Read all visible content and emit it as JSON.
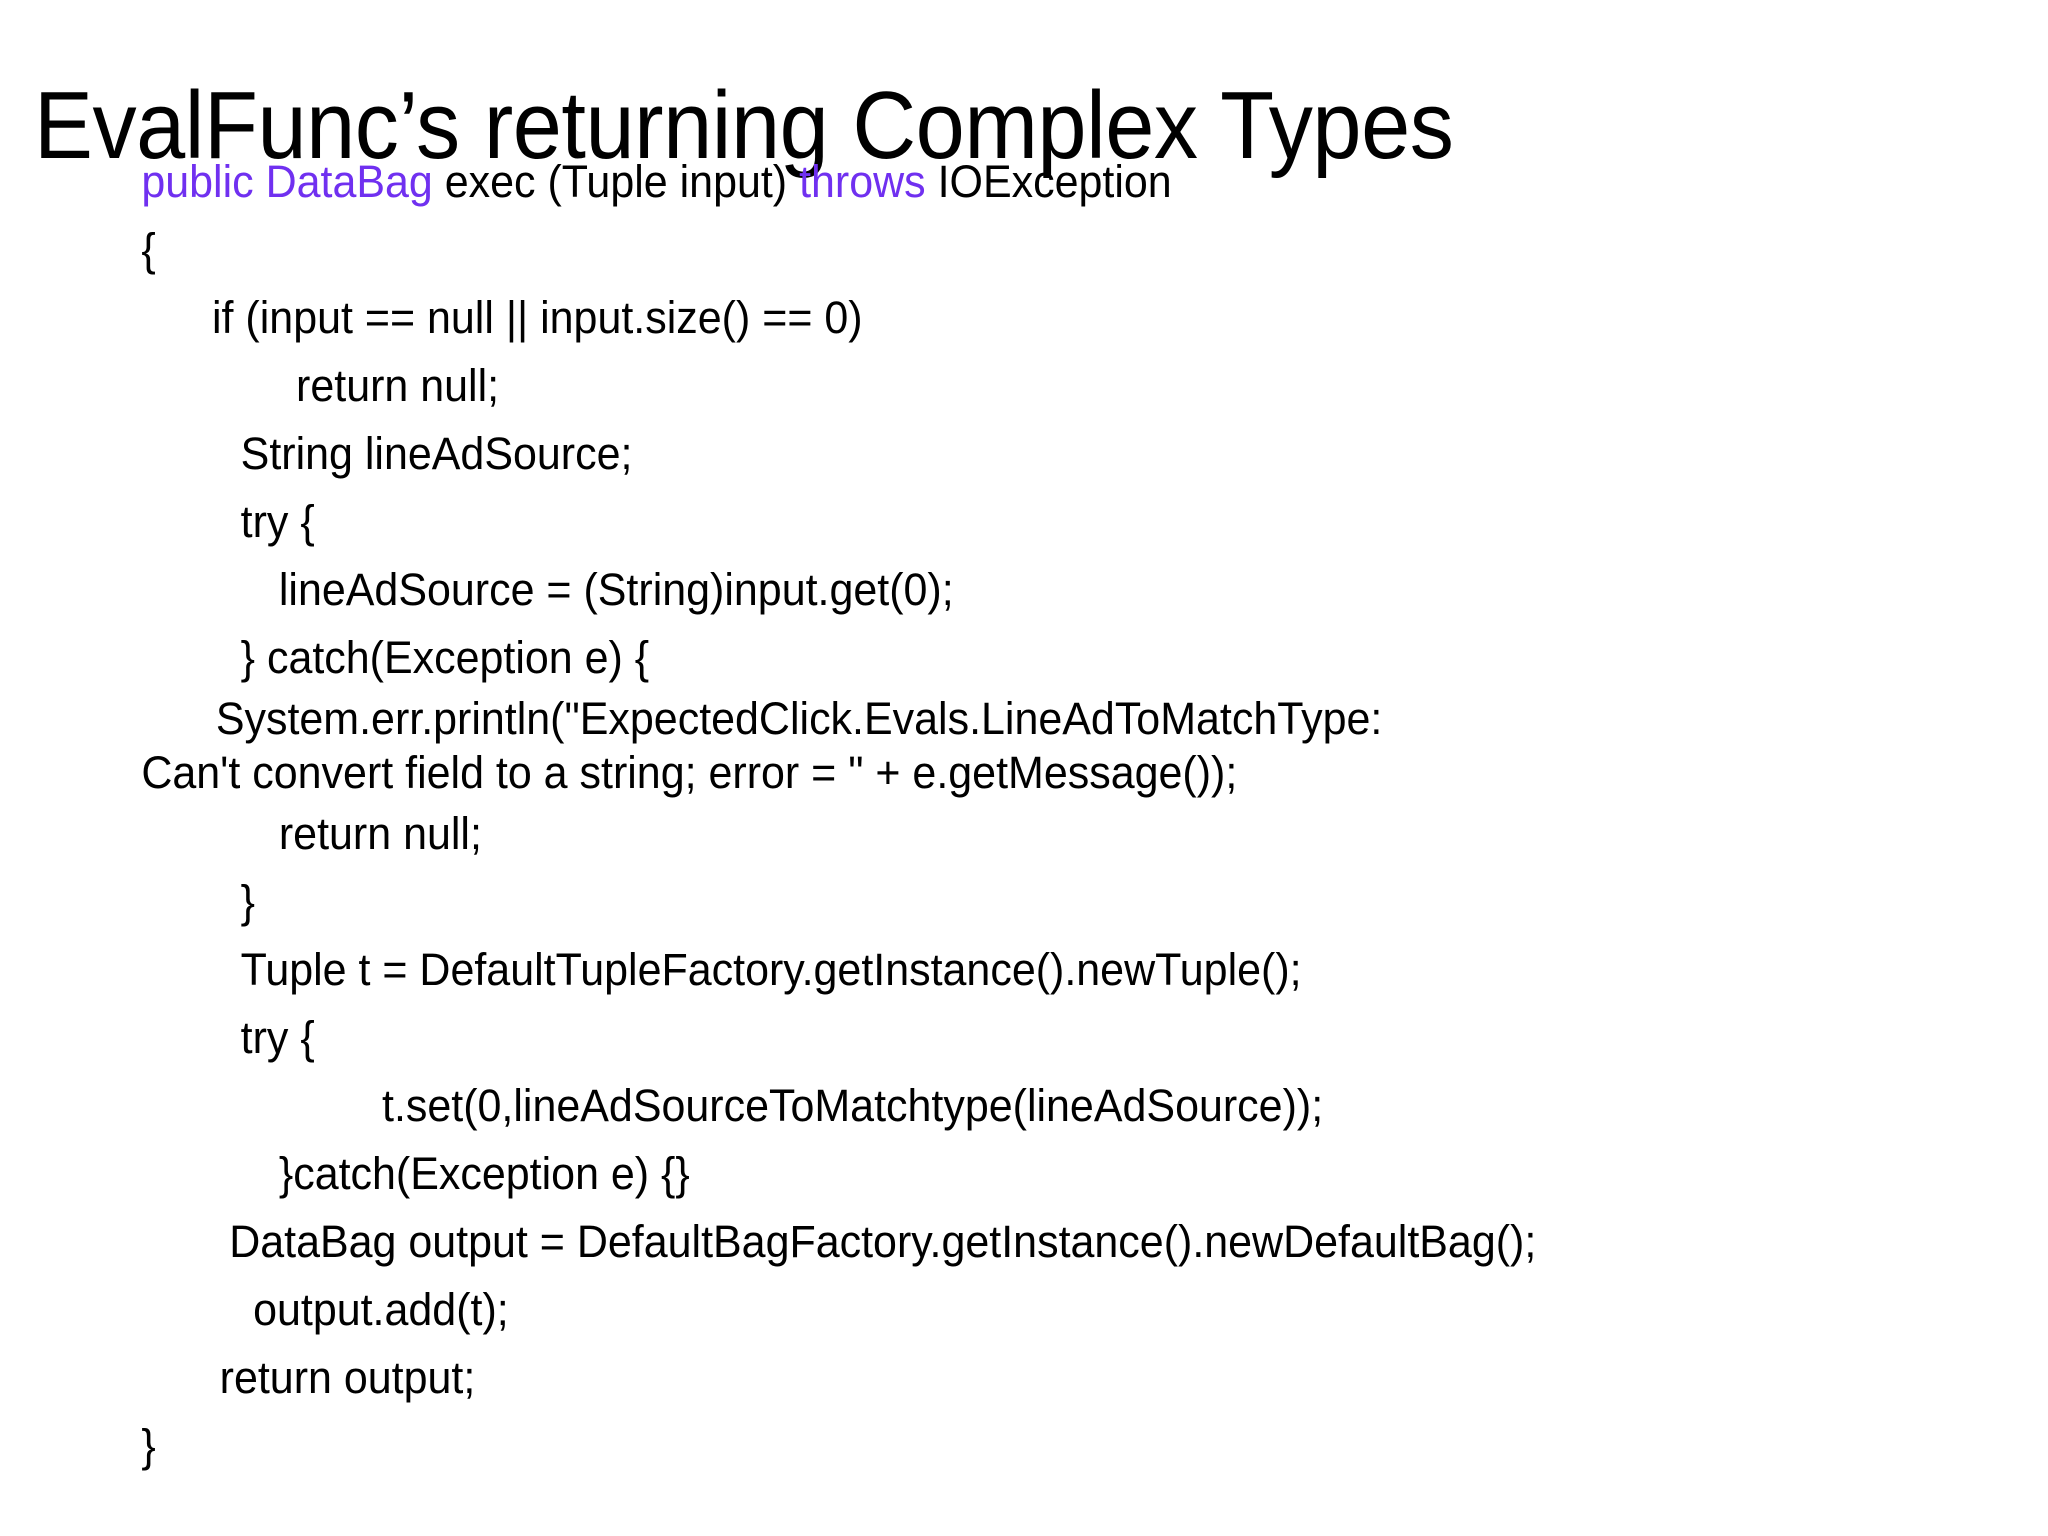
{
  "slide": {
    "title": "EvalFunc’s returning Complex Types",
    "background_color": "#FFFFFF",
    "text_color": "#000000",
    "keyword_color": "#7030F0"
  },
  "code": {
    "language": "java",
    "lines": [
      {
        "id": "line-signature",
        "indent": "i0",
        "segments": [
          {
            "text": "public DataBag ",
            "style": "keyword"
          },
          {
            "text": "exec (Tuple input) ",
            "style": "plain"
          },
          {
            "text": "throws ",
            "style": "keyword"
          },
          {
            "text": "IOException",
            "style": "plain"
          }
        ],
        "plain": "public DataBag exec (Tuple input) throws IOException"
      },
      {
        "id": "line-open-brace",
        "indent": "i0",
        "text": "{"
      },
      {
        "id": "line-if-null-check",
        "indent": "i1",
        "text": "if (input == null || input.size() == 0)"
      },
      {
        "id": "line-return-null-1",
        "indent": "i3",
        "text": "return null;"
      },
      {
        "id": "line-string-decl",
        "indent": "i2",
        "text": "String lineAdSource;"
      },
      {
        "id": "line-try-1",
        "indent": "i2",
        "text": "try {"
      },
      {
        "id": "line-assign-linead",
        "indent": "i4",
        "text": "lineAdSource = (String)input.get(0);"
      },
      {
        "id": "line-catch-1",
        "indent": "i2",
        "text": "} catch(Exception e) {"
      },
      {
        "id": "line-syserr-println",
        "indent": "wrap",
        "text": "System.err.println(\"ExpectedClick.Evals.LineAdToMatchType: Can't convert field to a string; error = \" + e.getMessage());"
      },
      {
        "id": "line-return-null-2",
        "indent": "i4",
        "text": "return null;"
      },
      {
        "id": "line-close-brace-1",
        "indent": "i2",
        "text": "}"
      },
      {
        "id": "line-tuple-factory",
        "indent": "i2",
        "text": "Tuple t = DefaultTupleFactory.getInstance().newTuple();"
      },
      {
        "id": "line-try-2",
        "indent": "i2",
        "text": "try {"
      },
      {
        "id": "line-t-set",
        "indent": "i5",
        "text": "t.set(0,lineAdSourceToMatchtype(lineAdSource));"
      },
      {
        "id": "line-catch-2",
        "indent": "i4",
        "text": "}catch(Exception e) {}"
      },
      {
        "id": "line-databag-output",
        "indent": "i6",
        "text": "DataBag output = DefaultBagFactory.getInstance().newDefaultBag();"
      },
      {
        "id": "line-output-add",
        "indent": "i7",
        "text": "output.add(t);"
      },
      {
        "id": "line-return-output",
        "indent": "i8",
        "text": "return output;"
      },
      {
        "id": "line-close-brace-2",
        "indent": "i0",
        "text": "}"
      }
    ]
  }
}
